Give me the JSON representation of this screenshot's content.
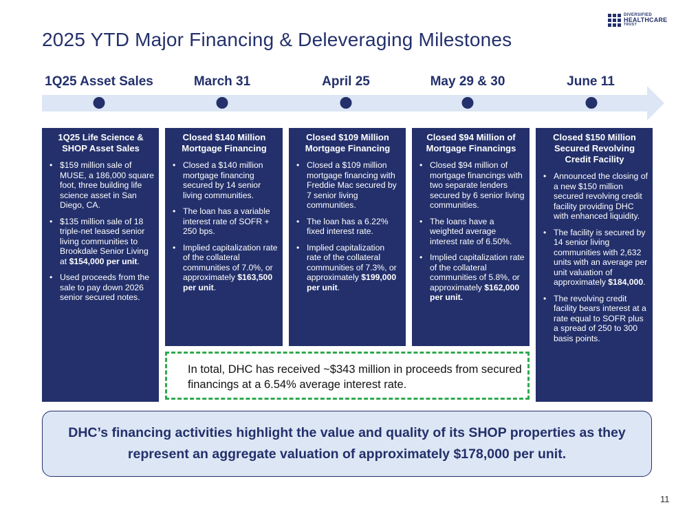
{
  "logo": {
    "line1": "DIVERSIFIED",
    "line2": "HEALTHCARE",
    "line3": "TRUST"
  },
  "title": "2025 YTD Major Financing & Deleveraging Milestones",
  "timeline": {
    "dates": [
      "1Q25 Asset Sales",
      "March 31",
      "April 25",
      "May 29 & 30",
      "June 11"
    ]
  },
  "cards": [
    {
      "heading": "1Q25 Life Science & SHOP Asset Sales",
      "bullets": [
        {
          "text": "$159 million sale of MUSE, a 186,000 square foot, three building life science asset in San Diego, CA.",
          "bold": "",
          "after": ""
        },
        {
          "text": "$135 million sale of 18 triple-net leased senior living communities to Brookdale Senior Living at ",
          "bold": "$154,000 per unit",
          "after": "."
        },
        {
          "text": "Used proceeds from the sale to pay down 2026 senior secured notes.",
          "bold": "",
          "after": ""
        }
      ]
    },
    {
      "heading": "Closed $140 Million Mortgage Financing",
      "bullets": [
        {
          "text": "Closed a $140 million mortgage financing secured by 14 senior living communities.",
          "bold": "",
          "after": ""
        },
        {
          "text": "The loan has a variable interest rate of SOFR + 250 bps.",
          "bold": "",
          "after": ""
        },
        {
          "text": "Implied capitalization rate of the collateral communities of 7.0%, or approximately ",
          "bold": "$163,500 per unit",
          "after": "."
        }
      ]
    },
    {
      "heading": "Closed $109 Million Mortgage Financing",
      "bullets": [
        {
          "text": "Closed a $109 million mortgage financing with Freddie Mac secured by 7 senior living communities.",
          "bold": "",
          "after": ""
        },
        {
          "text": "The loan has a 6.22% fixed interest rate.",
          "bold": "",
          "after": ""
        },
        {
          "text": "Implied capitalization rate of the collateral communities of 7.3%, or approximately ",
          "bold": "$199,000 per unit",
          "after": "."
        }
      ]
    },
    {
      "heading": "Closed $94 Million of Mortgage Financings",
      "bullets": [
        {
          "text": "Closed $94 million of mortgage financings with two separate lenders secured by 6 senior living communities.",
          "bold": "",
          "after": ""
        },
        {
          "text": "The loans have a weighted average interest rate of 6.50%.",
          "bold": "",
          "after": ""
        },
        {
          "text": "Implied capitalization rate of the collateral communities of 5.8%, or approximately ",
          "bold": "$162,000 per unit.",
          "after": ""
        }
      ]
    },
    {
      "heading": "Closed $150 Million Secured Revolving Credit Facility",
      "bullets": [
        {
          "text": "Announced the closing of a new $150 million secured revolving credit facility providing DHC with enhanced liquidity.",
          "bold": "",
          "after": ""
        },
        {
          "text": "The facility is secured by 14 senior living communities with 2,632 units with an average per unit valuation of approximately ",
          "bold": "$184,000",
          "after": "."
        },
        {
          "text": "The revolving credit facility bears interest at a rate equal to SOFR plus a spread of 250 to 300 basis points.",
          "bold": "",
          "after": ""
        }
      ]
    }
  ],
  "callout": "In total, DHC has received ~$343 million in proceeds from secured financings at a 6.54% average interest rate.",
  "summary": "DHC’s financing activities highlight the value and quality of its SHOP properties as they represent an aggregate valuation of approximately $178,000 per unit.",
  "page_number": "11",
  "colors": {
    "navy": "#23306b",
    "arrow": "#dce6f4",
    "dashed_border": "#2fa84f",
    "summary_fill": "#dde6f4"
  }
}
